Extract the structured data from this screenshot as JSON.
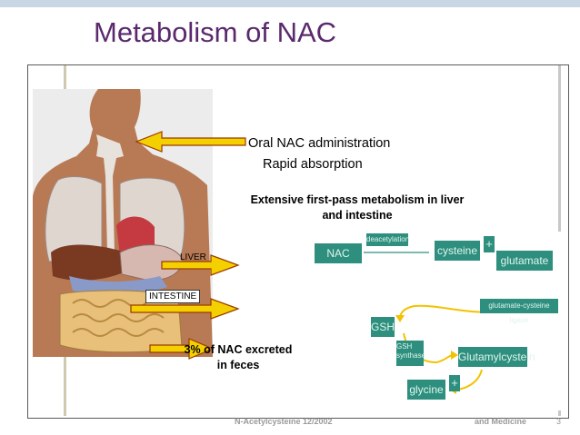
{
  "slide": {
    "title": "Metabolism of NAC",
    "oral_admin": "Oral NAC administration",
    "rapid_absorption": "Rapid absorption",
    "extensive": "Extensive first-pass metabolism in liver and intestine",
    "liver": "LIVER",
    "intestine": "INTESTINE",
    "excreted": "3% of NAC excreted in feces"
  },
  "pathway": {
    "nac": "NAC",
    "deacetylation": "deacetylation",
    "cysteine": "cysteine",
    "glutamate": "glutamate",
    "plus": "+",
    "ligase": "glutamate-cysteine ligase",
    "gsh": "GSH",
    "gsh_synthase": "GSH synthase",
    "glutamylcystein": "Glutamylcystein",
    "glycine": "glycine"
  },
  "footer": {
    "left": "N-Acetylcysteine 12/2002",
    "right": "and Medicine",
    "page": "3"
  },
  "colors": {
    "title": "#5a2a6d",
    "pathway_box": "#2e8f7e",
    "arrow_fill": "#f5d000",
    "arrow_stroke": "#9a3a00"
  }
}
